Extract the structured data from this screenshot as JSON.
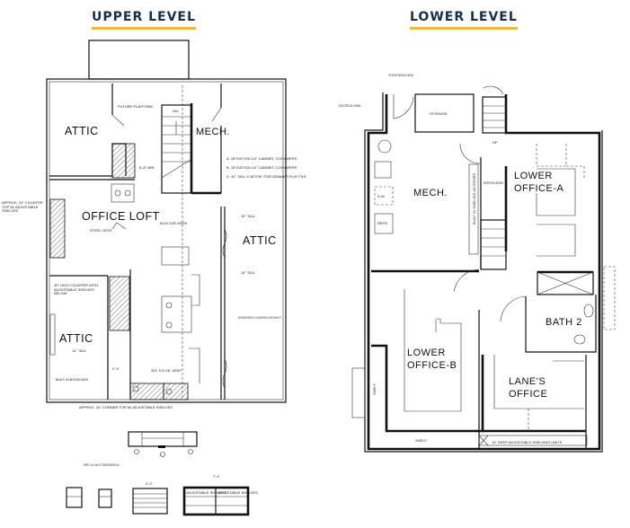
{
  "titles": {
    "upper": "UPPER LEVEL",
    "lower": "LOWER LEVEL"
  },
  "colors": {
    "title_text": "#15304f",
    "title_underline": "#f0b93a",
    "lines": "#111111"
  },
  "upper": {
    "rooms": {
      "attic_top_left": "ATTIC",
      "office_loft": "OFFICE LOFT",
      "mech": "MECH.",
      "attic_right": "ATTIC",
      "attic_bottom_left": "ATTIC"
    },
    "notes": {
      "future_platform": "FUTURE PLATFORM",
      "dn": "DN.",
      "head_min": "6'-8\" MIN.",
      "legend_a": "A. 18\"X30\"X28 1/2\" CABINET, 3 DRAWERS",
      "legend_b": "B. 18\"X30\"X28 1/2\" CABINET, 2 DRAWERS",
      "legend_c": "C. 40\" TALL X 48\"X30\" FOR DRAWER FLAT FILE",
      "corner_left": "APPROX. 24\" COUNTER TOP W/ ADJUSTABLE SHELVES",
      "steel_legs": "STEEL LEGS",
      "book_case": "BOOK CASE UNDER",
      "tall_14": "14\" TALL",
      "counter_40": "40\" HIGH COUNTER WITH ADJUSTABLE SHELVES BELOW",
      "new_workspace": "NEW WORKSPACE CORNERS @ +/- 30\" HIGH MADE FROM SOLID CORE DOOR BLANKS, TYP",
      "tall_14b": "14\" TALL",
      "tall_14c": "14\" TALL",
      "vent": "30C X 8 CB. VENT",
      "corner_bottom": "APPROX. 24\" CORNER TOP W/ ADJUSTABLE SHELVES",
      "built_in": "BUILT-IN BOOKCASE",
      "dim_24": "2'-4\"",
      "verify": "VERIFY C.A.D. WILL FIT UNDER WINDOW SILL",
      "adj_shelves_1": "ADJUSTABLE SHELVES",
      "adj_shelves_2": "ADJUSTABLE SHELVES",
      "dim_40": "4'-0\"",
      "dim_74": "7'-4\""
    }
  },
  "lower": {
    "rooms": {
      "storage": "STORAGE",
      "mech": "MECH.",
      "lower_office_a_1": "LOWER",
      "lower_office_a_2": "OFFICE-A",
      "bath_2": "BATH 2",
      "lower_office_b_1": "LOWER",
      "lower_office_b_2": "OFFICE-B",
      "lanes_office_1": "LANE'S",
      "lanes_office_2": "OFFICE"
    },
    "notes": {
      "to_garage": "TO EXISTING GARAGE (NO CHANGE)",
      "electrical_panel": "ELECTRICAL PANEL",
      "dw": "D.W.",
      "refr": "REFR.",
      "built_in_shelves": "BUILT IN SHELVES W/ DOORS",
      "server": "SERVER/ PHONE/ NETWORK",
      "up": "UP",
      "shelf_left": "SHELF",
      "shelf_bottom": "SHELF",
      "shelving": "14\" DEEP ADJUSTABLE SHELVING UNITS"
    }
  }
}
